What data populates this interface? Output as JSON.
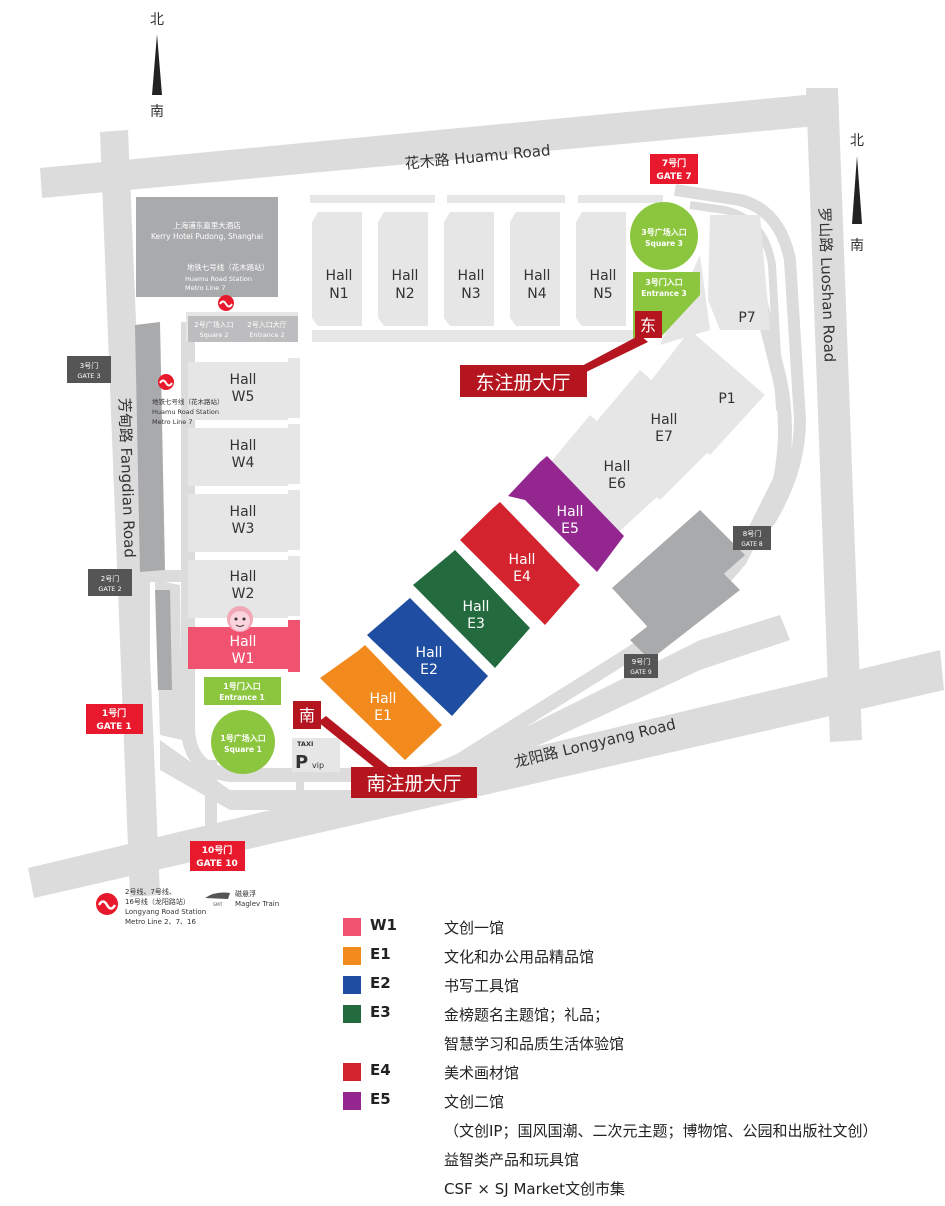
{
  "compass_top": {
    "north": "北",
    "south": "南"
  },
  "compass_right": {
    "north": "北",
    "south": "南"
  },
  "roads": {
    "huamu": "花木路 Huamu Road",
    "luoshan": "罗山路 Luoshan Road",
    "fangdian": "芳甸路 Fangdian Road",
    "longyang": "龙阳路 Longyang Road"
  },
  "hotel": {
    "line1": "上海浦东嘉里大酒店",
    "line2": "Kerry Hotel Pudong, Shanghai"
  },
  "metro_huamu_top": {
    "line1": "地铁七号线（花木路站）",
    "line2": "Huamu Road Station",
    "line3": "Metro Line 7"
  },
  "metro_huamu_left": {
    "line1": "地铁七号线（花木路站）",
    "line2": "Huamu Road Station",
    "line3": "Metro Line 7"
  },
  "metro_longyang": {
    "line1": "2号线、7号线、",
    "line2": "16号线（龙阳路站）",
    "line3": "Longyang Road Station",
    "line4": "Metro Line 2、7、16"
  },
  "maglev": {
    "label": "磁悬浮",
    "en": "Maglev Train",
    "logo": "SMT"
  },
  "square2": {
    "zh": "2号广场入口",
    "en": "Square 2"
  },
  "entrance2": {
    "zh": "2号入口大厅",
    "en": "Entrance 2"
  },
  "square3": {
    "zh": "3号广场入口",
    "en": "Square 3"
  },
  "entrance3": {
    "zh": "3号门入口",
    "en": "Entrance 3"
  },
  "entrance1": {
    "zh": "1号门入口",
    "en": "Entrance 1"
  },
  "square1": {
    "zh": "1号广场入口",
    "en": "Square 1"
  },
  "gates": {
    "g1": {
      "zh": "1号门",
      "en": "GATE 1"
    },
    "g2": {
      "zh": "2号门",
      "en": "GATE 2"
    },
    "g3": {
      "zh": "3号门",
      "en": "GATE 3"
    },
    "g7": {
      "zh": "7号门",
      "en": "GATE 7"
    },
    "g8": {
      "zh": "8号门",
      "en": "GATE 8"
    },
    "g9": {
      "zh": "9号门",
      "en": "GATE 9"
    },
    "g10": {
      "zh": "10号门",
      "en": "GATE 10"
    }
  },
  "registration": {
    "east_mark": "东",
    "east_label": "东注册大厅",
    "south_mark": "南",
    "south_label": "南注册大厅"
  },
  "hall_word": "Hall",
  "halls": {
    "n1": "N1",
    "n2": "N2",
    "n3": "N3",
    "n4": "N4",
    "n5": "N5",
    "w1": "W1",
    "w2": "W2",
    "w3": "W3",
    "w4": "W4",
    "w5": "W5",
    "e1": "E1",
    "e2": "E2",
    "e3": "E3",
    "e4": "E4",
    "e5": "E5",
    "e6": "E6",
    "e7": "E7"
  },
  "parking": {
    "p1": "P1",
    "p7": "P7",
    "taxi": "TAXI",
    "p": "P",
    "vip": "vip"
  },
  "colors": {
    "w1": "#f0536f",
    "e1": "#f28a1e",
    "e2": "#1e4da1",
    "e3": "#236b3e",
    "e4": "#d2232e",
    "e5": "#93278f",
    "green": "#8cc63f",
    "red": "#e8192c",
    "darkred": "#b4151f",
    "road": "#dcdcdd",
    "hall_gray": "#e6e6e7"
  },
  "legend": [
    {
      "code": "W1",
      "color": "#f0536f",
      "text": "文创一馆"
    },
    {
      "code": "E1",
      "color": "#f28a1e",
      "text": "文化和办公用品精品馆"
    },
    {
      "code": "E2",
      "color": "#1e4da1",
      "text": "书写工具馆"
    },
    {
      "code": "E3",
      "color": "#236b3e",
      "text": "金榜题名主题馆；礼品；",
      "extra": "智慧学习和品质生活体验馆"
    },
    {
      "code": "E4",
      "color": "#d2232e",
      "text": "美术画材馆"
    },
    {
      "code": "E5",
      "color": "#93278f",
      "text": "文创二馆",
      "extra": "（文创IP；国风国潮、二次元主题；博物馆、公园和出版社文创）",
      "extra2": "益智类产品和玩具馆",
      "extra3": "CSF × SJ Market文创市集"
    }
  ]
}
